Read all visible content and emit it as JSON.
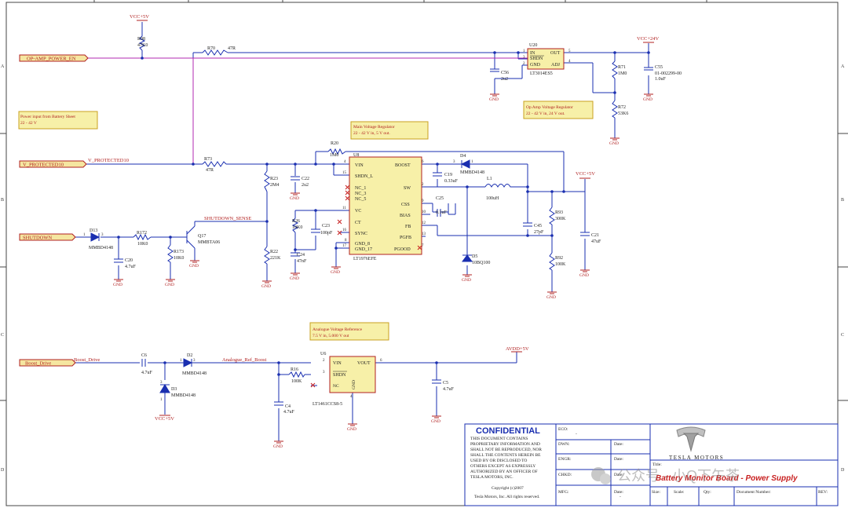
{
  "border": {
    "rows": [
      "A",
      "B",
      "C",
      "D"
    ]
  },
  "nets": {
    "vcc5_top": "VCC+5V",
    "vcc24": "VCC+24V",
    "vcc5_mid": "VCC+5V",
    "vcc5_d3": "VCC+5V",
    "avdd": "AVDD+5V",
    "opamp_en": "OP-AMP_POWER_EN",
    "v_protected_port": "V_PROTECTED10",
    "v_protected_net": "V_PROTECTED10",
    "shutdown_port": "SHUTDOWN",
    "shutdown_sense": "SHUTDOWN_SENSE",
    "boost_drive_port": "Boost_Drive",
    "boost_drive_net": "Boost_Drive",
    "analogue_ref_boost": "Analogue_Ref_Boost",
    "gnd": "GND"
  },
  "notes": {
    "power_input": [
      "Power input from Battery Sheet",
      "22 - 42 V"
    ],
    "main_reg": [
      "Main Voltage Regulator",
      "22 - 42 V in, 5 V out."
    ],
    "opamp_reg": [
      "Op Amp Voltage Regulator",
      "22 - 42 V in, 24 V out."
    ],
    "analog_ref": [
      "Analogue Voltage Reference",
      "7.5 V in, 5.000 V out"
    ]
  },
  "components": {
    "R98": {
      "ref": "R98",
      "val": "47K0"
    },
    "R70": {
      "ref": "R70",
      "val": "47R"
    },
    "U20": {
      "ref": "U20",
      "part": "LT3014ES5",
      "pins": [
        "IN",
        "SHDN",
        "GND",
        "OUT",
        "ADJ"
      ],
      "nums": [
        "1",
        "3",
        "2",
        "5",
        "4"
      ]
    },
    "C56": {
      "ref": "C56",
      "val": "2u2"
    },
    "R71": {
      "ref": "R71",
      "val": "1M0"
    },
    "C55": {
      "ref": "C55",
      "val": "01-002299-00",
      "val2": "1.0uF"
    },
    "R72": {
      "ref": "R72",
      "val": "53K6"
    },
    "R73": {
      "ref": "R73",
      "val": "47R"
    },
    "R20": {
      "ref": "R20",
      "val": "1M0"
    },
    "U8": {
      "ref": "U8",
      "part": "LT1976EFE",
      "left_pins": [
        "VIN",
        "SHDN_L",
        "NC_1",
        "NC_3",
        "NC_5",
        "VC",
        "CT",
        "SYNC",
        "GND_8",
        "GND_17"
      ],
      "left_nums": [
        "4",
        "15",
        "1",
        "3",
        "5",
        "11",
        "14",
        "16",
        "8",
        "17"
      ],
      "right_pins": [
        "BOOST",
        "SW",
        "CSS",
        "BIAS",
        "FB",
        "PGFB",
        "PGOOD"
      ],
      "right_nums": [
        "6",
        "2",
        "9",
        "10",
        "12",
        "13",
        "7"
      ]
    },
    "C22": {
      "ref": "C22",
      "val": "2u2"
    },
    "R23": {
      "ref": "R23",
      "val": "2M4"
    },
    "C19": {
      "ref": "C19",
      "val": "0.33uF"
    },
    "D4": {
      "ref": "D4",
      "val": "MMBD4148",
      "p1": "3",
      "p2": "1"
    },
    "L1": {
      "ref": "L1",
      "val": "100uH"
    },
    "C25": {
      "ref": "C25",
      "val": "0.1uF"
    },
    "C45": {
      "ref": "C45",
      "val": "27pF"
    },
    "R93": {
      "ref": "R93",
      "val": "300K"
    },
    "R92": {
      "ref": "R92",
      "val": "100K"
    },
    "C21": {
      "ref": "C21",
      "val": "47uF"
    },
    "D5": {
      "ref": "D5",
      "val": "10BQ100"
    },
    "D13": {
      "ref": "D13",
      "val": "MMBD4148",
      "p1": "1",
      "p2": "3"
    },
    "R172": {
      "ref": "R172",
      "val": "10K0"
    },
    "C20": {
      "ref": "C20",
      "val": "4.7uF"
    },
    "R173": {
      "ref": "R173",
      "val": "10K0"
    },
    "Q17": {
      "ref": "Q17",
      "val": "MMBTA06"
    },
    "R26": {
      "ref": "R26",
      "val": "10K0"
    },
    "C24": {
      "ref": "C24",
      "val": "47nF"
    },
    "C23": {
      "ref": "C23",
      "val": "100pF"
    },
    "R22": {
      "ref": "R22",
      "val": "221K"
    },
    "C6": {
      "ref": "C6",
      "val": "4.7uF"
    },
    "D2": {
      "ref": "D2",
      "val": "MMBD4148",
      "p1": "1",
      "p2": "3"
    },
    "D3": {
      "ref": "D3",
      "val": "MMBD4148",
      "p1": "3",
      "p2": "1"
    },
    "R16": {
      "ref": "R16",
      "val": "100K"
    },
    "U6": {
      "ref": "U6",
      "part": "LT1461CCS8-5",
      "pins": [
        "VIN",
        "SHDN",
        "NC",
        "VOUT",
        "GND"
      ],
      "nums": [
        "2",
        "3",
        "6",
        "4"
      ]
    },
    "C4": {
      "ref": "C4",
      "val": "4.7uF"
    },
    "C5": {
      "ref": "C5",
      "val": "4.7uF"
    }
  },
  "title_block": {
    "confidential": "CONFIDENTIAL",
    "notice": [
      "THIS DOCUMENT CONTAINS",
      "PROPRIETARY INFORMATION AND",
      "SHALL NOT BE REPRODUCED, NOR",
      "SHALL THE CONTENTS HEREIN BE",
      "USED BY OR DISCLOSED TO",
      "OTHERS EXCEPT AS EXPRESSLY",
      "AUTHORIZED BY AN OFFICER OF",
      "TESLA MOTORS, INC."
    ],
    "copyright": "Copyright (c)2007",
    "rights": "Tesla Motors, Inc. All rights reserved.",
    "eco": "ECO:",
    "dash1": "-",
    "dwn": "DWN:",
    "engr": "ENGR:",
    "chkd": "CHKD:",
    "mfg": "MFG:",
    "date": "Date:",
    "dash2": "-",
    "brand": "TESLA MOTORS",
    "title_label": "Title:",
    "title": "Battery Monitor Board - Power Supply",
    "size": "Size:",
    "scale": "Scale:",
    "qty": "Qty:",
    "docnum": "Document Number:",
    "rev": "REV:"
  },
  "watermark": "公众号 · 小Q下午茶"
}
